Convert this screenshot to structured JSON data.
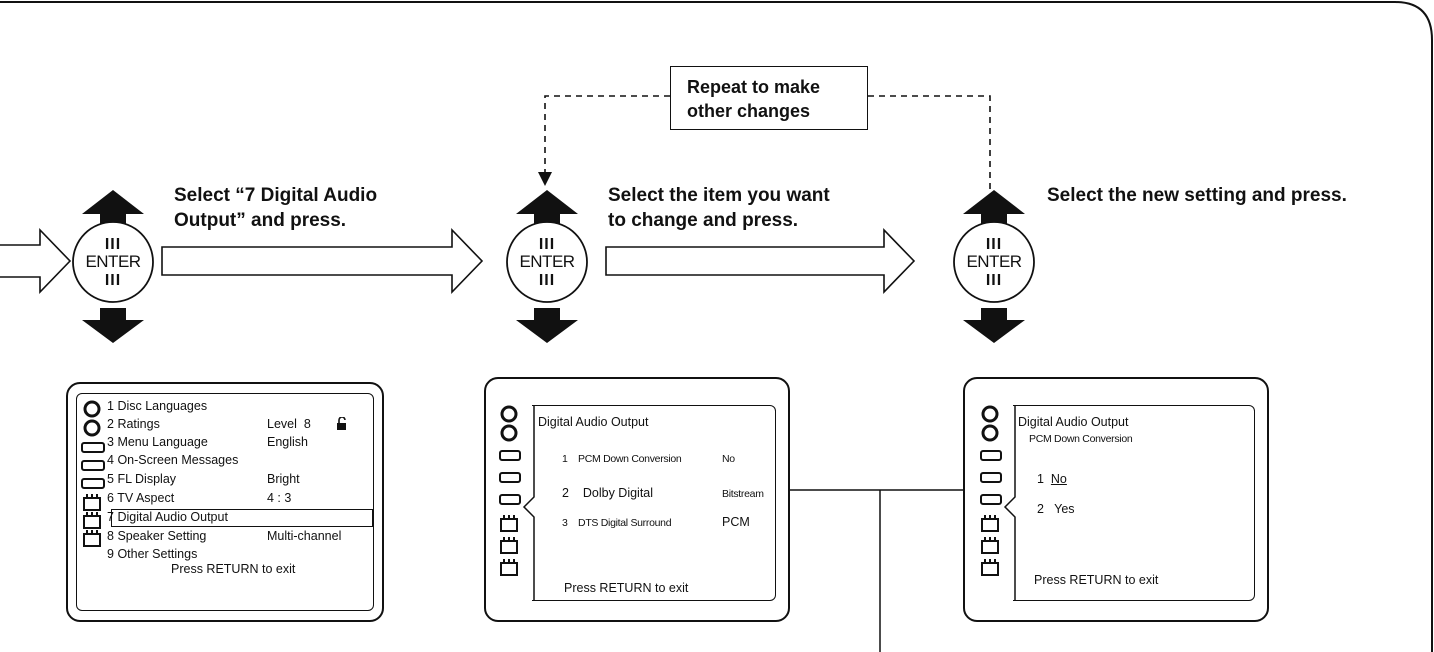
{
  "instructions": {
    "step1": "Select “7 Digital Audio\nOutput” and press.",
    "step2": "Select the item you want\nto change and press.",
    "step3": "Select the new setting and press."
  },
  "repeat_note": "Repeat to make\nother changes",
  "enter_button": {
    "label": "ENTER",
    "ticks": "III"
  },
  "screen1": {
    "items": [
      {
        "num": "1",
        "label": "Disc Languages",
        "value": ""
      },
      {
        "num": "2",
        "label": "Ratings",
        "value": "Level  8"
      },
      {
        "num": "3",
        "label": "Menu Language",
        "value": "English"
      },
      {
        "num": "4",
        "label": "On-Screen Messages",
        "value": ""
      },
      {
        "num": "5",
        "label": "FL Display",
        "value": "Bright"
      },
      {
        "num": "6",
        "label": "TV Aspect",
        "value": "4 : 3"
      },
      {
        "num": "7",
        "label": "Digital Audio Output",
        "value": ""
      },
      {
        "num": "8",
        "label": "Speaker Setting",
        "value": "Multi-channel"
      },
      {
        "num": "9",
        "label": "Other Settings",
        "value": ""
      }
    ],
    "footer": "Press RETURN to exit"
  },
  "screen2": {
    "title": "Digital Audio Output",
    "items": [
      {
        "num": "1",
        "label": "PCM Down Conversion",
        "value": "No"
      },
      {
        "num": "2",
        "label": "Dolby Digital",
        "value": "Bitstream"
      },
      {
        "num": "3",
        "label": "DTS Digital Surround",
        "value": "PCM"
      }
    ],
    "footer": "Press RETURN to exit"
  },
  "screen3": {
    "title": "Digital Audio Output",
    "subtitle": "PCM Down Conversion",
    "options": [
      {
        "num": "1",
        "label": "No"
      },
      {
        "num": "2",
        "label": "Yes"
      }
    ],
    "footer": "Press RETURN to exit"
  },
  "icons": [
    "arrow-up-icon",
    "arrow-down-icon",
    "hollow-arrow-right-icon",
    "disc-icon",
    "speaker-icon",
    "lock-icon"
  ]
}
